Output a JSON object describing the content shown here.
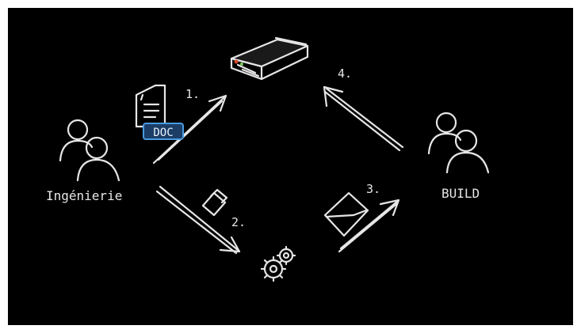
{
  "diagram": {
    "actors": {
      "left": {
        "label": "Ingénierie",
        "icon": "people-icon"
      },
      "right": {
        "label": "BUILD",
        "icon": "people-icon"
      }
    },
    "nodes": {
      "top": {
        "icon": "server-icon"
      },
      "bottom": {
        "icon": "gears-icon"
      }
    },
    "doc_badge": "DOC",
    "steps": [
      "1.",
      "2.",
      "3.",
      "4."
    ],
    "step_icons": [
      "document-icon",
      "usb-stick-icon",
      "envelope-icon"
    ],
    "colors": {
      "background": "#000000",
      "stroke": "#e6e6e6",
      "badge": "#4a9be0"
    }
  }
}
